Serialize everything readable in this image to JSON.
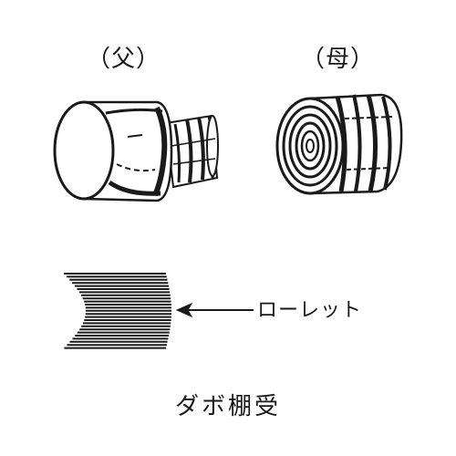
{
  "labels": {
    "male": "（父）",
    "female": "（母）",
    "knurl": "ローレット",
    "caption": "ダボ棚受"
  },
  "colors": {
    "ink": "#1a1a1a",
    "background": "#ffffff"
  }
}
